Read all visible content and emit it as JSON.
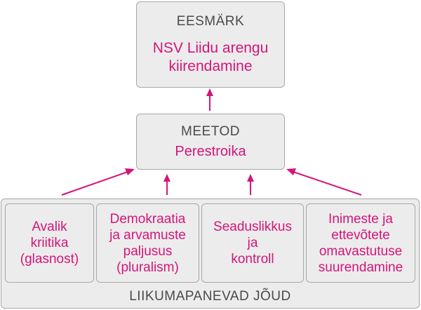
{
  "goal": {
    "header": "EESMÄRK",
    "text_line1": "NSV Liidu arengu",
    "text_line2": "kiirendamine"
  },
  "method": {
    "header": "MEETOD",
    "text": "Perestroika"
  },
  "forces": {
    "label": "LIIKUMAPANEVAD JÕUD",
    "items": [
      {
        "lines": [
          "Avalik",
          "kriitika",
          "(glasnost)"
        ]
      },
      {
        "lines": [
          "Demokraatia",
          "ja arvamuste",
          "paljusus",
          "(pluralism)"
        ]
      },
      {
        "lines": [
          "Seaduslikkus",
          "ja",
          "kontroll"
        ]
      },
      {
        "lines": [
          "Inimeste ja",
          "ettevõtete",
          "omavastutuse",
          "suurendamine"
        ]
      }
    ]
  },
  "colors": {
    "accent": "#d6147a",
    "box_fill": "#ececec",
    "box_border": "#a8a8a8",
    "header_text": "#4a4a4a"
  }
}
